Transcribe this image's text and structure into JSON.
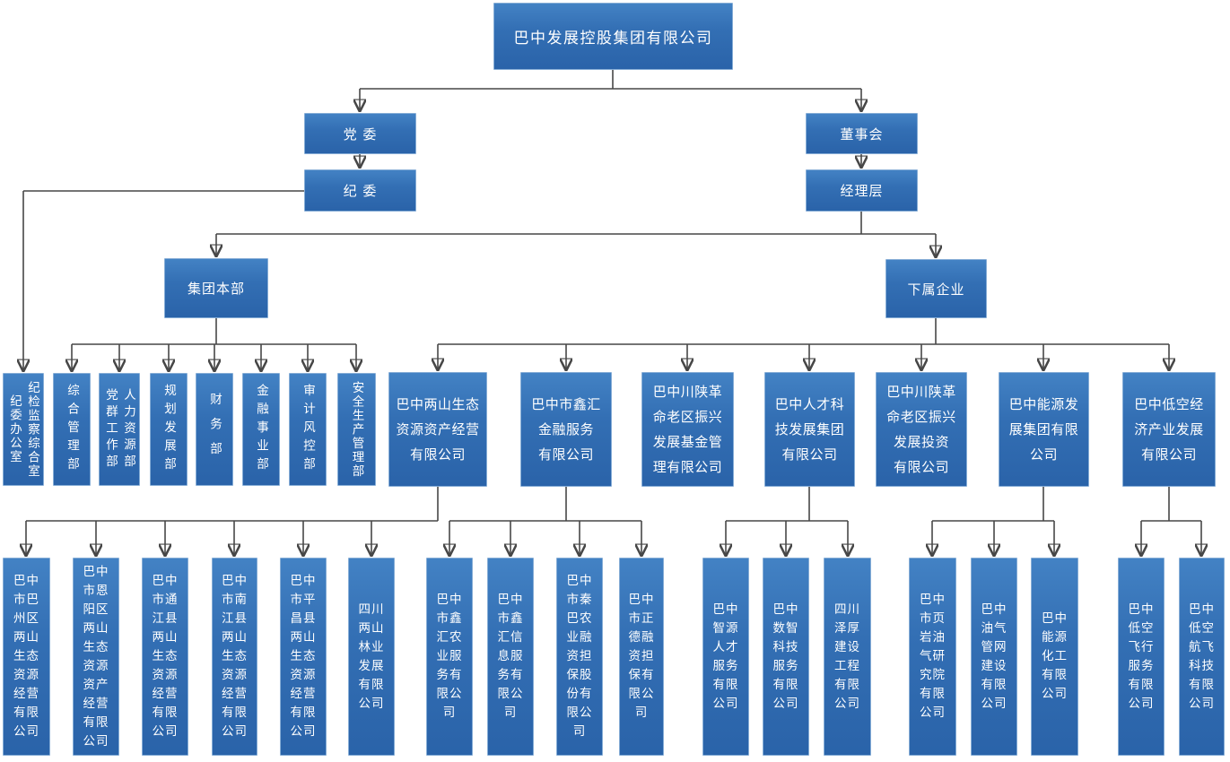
{
  "org": {
    "root": {
      "label": "巴中发展控股集团有限公司"
    },
    "party_committee": {
      "label": "党 委"
    },
    "discipline_committee": {
      "label": "纪 委"
    },
    "board": {
      "label": "董事会"
    },
    "management": {
      "label": "经理层"
    },
    "headquarters": {
      "label": "集团本部"
    },
    "subsidiaries_group": {
      "label": "下属企业"
    },
    "departments": [
      {
        "label": "纪检监察综合室\n纪委办公室"
      },
      {
        "label": "综合管理部"
      },
      {
        "label": "人力资源部\n党群工作部"
      },
      {
        "label": "规划发展部"
      },
      {
        "label": "财务部"
      },
      {
        "label": "金融事业部"
      },
      {
        "label": "审计风控部"
      },
      {
        "label": "安全生产管理部"
      }
    ],
    "companies": [
      {
        "label": "巴中两山生态\n资源资产经营\n有限公司"
      },
      {
        "label": "巴中市鑫汇\n金融服务\n有限公司"
      },
      {
        "label": "巴中川陕革\n命老区振兴\n发展基金管\n理有限公司"
      },
      {
        "label": "巴中人才科\n技发展集团\n有限公司"
      },
      {
        "label": "巴中川陕革\n命老区振兴\n发展投资\n有限公司"
      },
      {
        "label": "巴中能源发\n展集团有限\n公司"
      },
      {
        "label": "巴中低空经\n济产业发展\n有限公司"
      }
    ],
    "subsidiaries": {
      "liangshan": [
        {
          "label": "巴中市巴州区两山生态资源经营有限公司"
        },
        {
          "label": "巴中市恩阳区两山生态资源资产经营有限公司"
        },
        {
          "label": "巴中市通江县两山生态资源经营有限公司"
        },
        {
          "label": "巴中市南江县两山生态资源经营有限公司"
        },
        {
          "label": "巴中市平昌县两山生态资源经营有限公司"
        },
        {
          "label": "四川两山林业发展有限公司"
        }
      ],
      "xinhui": [
        {
          "label": "巴中市鑫汇农业服务有限公司"
        },
        {
          "label": "巴中市鑫汇信息服务有限公司"
        },
        {
          "label": "巴中市秦巴农业融资担保股份有限公司"
        },
        {
          "label": "巴中市正德融资担保有限公司"
        }
      ],
      "rencai": [
        {
          "label": "巴中智源人才服务有限公司"
        },
        {
          "label": "巴中数智科技服务有限公司"
        },
        {
          "label": "四川泽厚建设工程有限公司"
        }
      ],
      "nengyuan": [
        {
          "label": "巴中市页岩油气研究院有限公司"
        },
        {
          "label": "巴中油气管网建设有限公司"
        },
        {
          "label": "巴中能源化工有限公司"
        }
      ],
      "dikong": [
        {
          "label": "巴中低空飞行服务有限公司"
        },
        {
          "label": "巴中低空航飞科技有限公司"
        }
      ]
    },
    "colors": {
      "box_gradient_top": "#4382c4",
      "box_gradient_bottom": "#2a63a9",
      "box_border": "#86add6",
      "box_text": "#ffffff",
      "connector": "#474747",
      "background": "#ffffff"
    }
  }
}
